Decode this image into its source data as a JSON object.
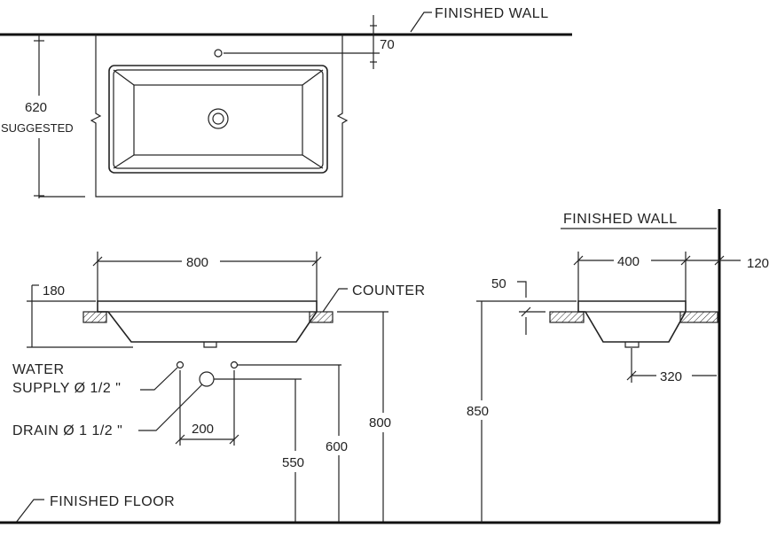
{
  "labels": {
    "finished_wall_top": "FINISHED  WALL",
    "finished_wall_side": "FINISHED  WALL",
    "counter": "COUNTER",
    "water_supply_line1": "WATER",
    "water_supply_line2": "SUPPLY Ø 1/2 \"",
    "drain": "DRAIN Ø 1 1/2 \"",
    "finished_floor": "FINISHED  FLOOR",
    "suggested": "SUGGESTED"
  },
  "dimensions": {
    "plan_depth": "620",
    "tap_hole_from_wall": "70",
    "front_width": "800",
    "basin_height": "180",
    "supply_spacing": "200",
    "supply_height": "550",
    "drain_height": "600",
    "counter_height_front": "800",
    "counter_height_side": "850",
    "counter_thickness": "50",
    "side_depth": "400",
    "wall_offset": "120",
    "drain_from_wall": "320"
  }
}
